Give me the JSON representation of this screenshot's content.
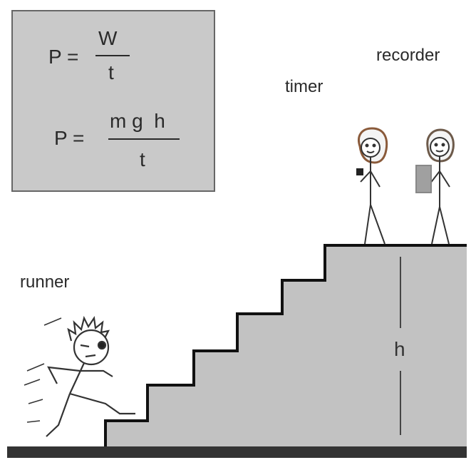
{
  "formula1": {
    "lhs": "P =",
    "numerator": "W",
    "denominator": "t"
  },
  "formula2": {
    "lhs": "P =",
    "numerator": "m g  h",
    "denominator": "t"
  },
  "labels": {
    "recorder": "recorder",
    "timer": "timer",
    "runner": "runner",
    "height": "h"
  },
  "colors": {
    "step_fill": "#c2c2c2",
    "formula_bg": "#c9c9c9",
    "ground": "#333333",
    "line": "#111111"
  }
}
